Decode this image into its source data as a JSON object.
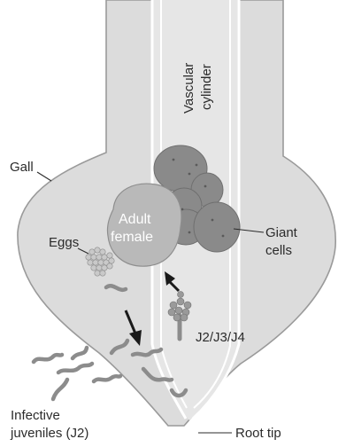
{
  "labels": {
    "vascular_line1": "Vascular",
    "vascular_line2": "cylinder",
    "gall": "Gall",
    "adult_line1": "Adult",
    "adult_line2": "female",
    "eggs": "Eggs",
    "giant_line1": "Giant",
    "giant_line2": "cells",
    "stages": "J2/J3/J4",
    "infective_line1": "Infective",
    "infective_line2": "juveniles (J2)",
    "root_tip": "Root tip"
  },
  "colors": {
    "root_fill": "#dcdcdc",
    "root_outline": "#9a9a9a",
    "cylinder_fill": "#e6e6e6",
    "cylinder_line": "#ffffff",
    "female_fill": "#b9b9b9",
    "giant_cell_fill": "#8a8a8a",
    "worm_color": "#8c8c8c",
    "arrow_color": "#1a1a1a",
    "text_color": "#2b2b2b"
  }
}
